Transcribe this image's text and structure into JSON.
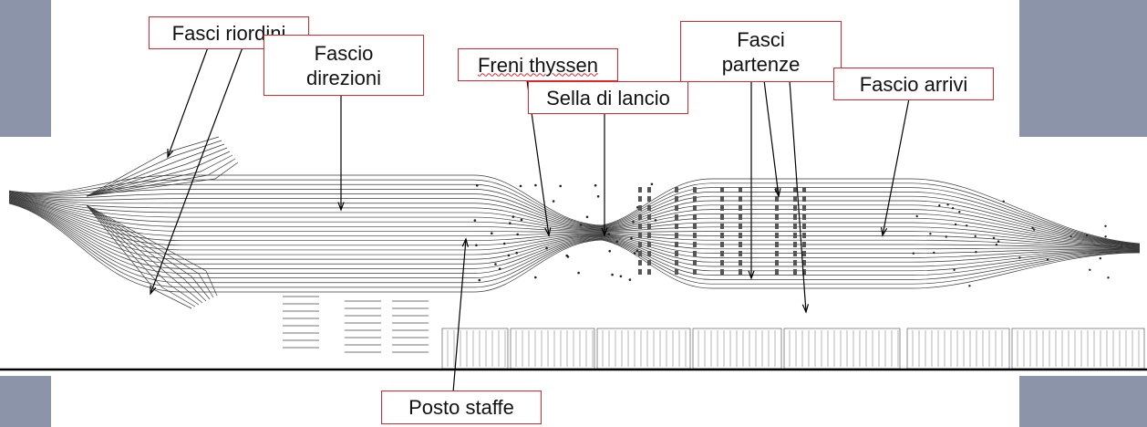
{
  "labels": {
    "fasci_riordini": "Fasci riordini",
    "fascio_direzioni": "Fascio\ndirezioni",
    "freni_thyssen": "Freni thyssen",
    "sella_di_lancio": "Sella di lancio",
    "fasci_partenze": "Fasci\npartenze",
    "fascio_arrivi": "Fascio arrivi",
    "posto_staffe": "Posto staffe"
  },
  "colors": {
    "callout_border": "#e0262b",
    "side_panel": "#8c94aa",
    "drawing_ink": "#3a3a3a"
  }
}
